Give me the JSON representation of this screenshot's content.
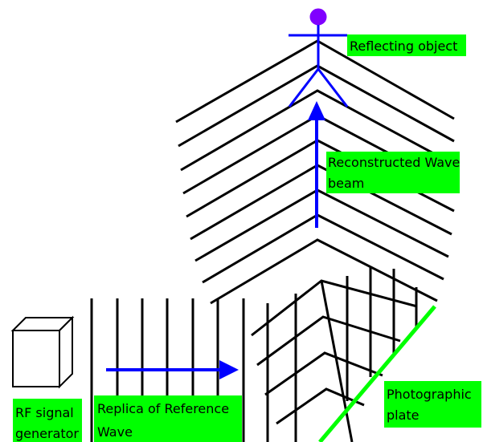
{
  "colors": {
    "background": "#ffffff",
    "ink": "#000000",
    "arrow": "#0000ff",
    "label_bg": "#00ff00",
    "plate": "#00ff00",
    "head": "#8000ff"
  },
  "labels": {
    "reflecting_object": "Reflecting object",
    "reconstructed_wave": [
      "Reconstructed Wave",
      "beam"
    ],
    "photographic_plate": [
      "Photographic",
      "plate"
    ],
    "replica_reference": [
      "Replica of Reference",
      "Wave"
    ],
    "rf_generator": [
      "RF signal",
      "generator"
    ]
  },
  "icons": {
    "object": "stick-figure-icon",
    "generator": "cube-icon"
  }
}
